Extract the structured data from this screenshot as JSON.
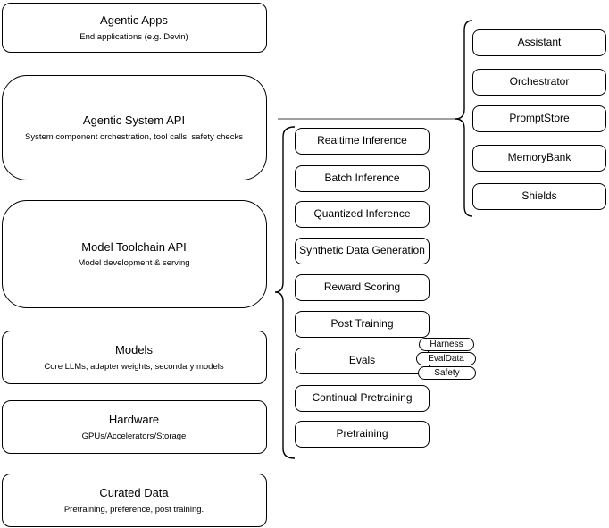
{
  "diagram": {
    "left_column": [
      {
        "title": "Agentic Apps",
        "subtitle": "End applications (e.g. Devin)"
      },
      {
        "title": "Agentic System API",
        "subtitle": "System component orchestration, tool calls, safety checks"
      },
      {
        "title": "Model Toolchain API",
        "subtitle": "Model development & serving"
      },
      {
        "title": "Models",
        "subtitle": "Core LLMs, adapter weights, secondary models"
      },
      {
        "title": "Hardware",
        "subtitle": "GPUs/Accelerators/Storage"
      },
      {
        "title": "Curated Data",
        "subtitle": "Pretraining, preference, post training."
      }
    ],
    "toolchain_services": [
      "Realtime Inference",
      "Batch Inference",
      "Quantized Inference",
      "Synthetic Data Generation",
      "Reward Scoring",
      "Post Training",
      "Evals",
      "Continual Pretraining",
      "Pretraining"
    ],
    "eval_tags": [
      "Harness",
      "EvalData",
      "Safety"
    ],
    "system_components": [
      "Assistant",
      "Orchestrator",
      "PromptStore",
      "MemoryBank",
      "Shields"
    ],
    "colors": {
      "shape_fill": "#ffffff",
      "shape_border": "#000000",
      "text": "#000000",
      "connector_line": "#666666"
    }
  }
}
